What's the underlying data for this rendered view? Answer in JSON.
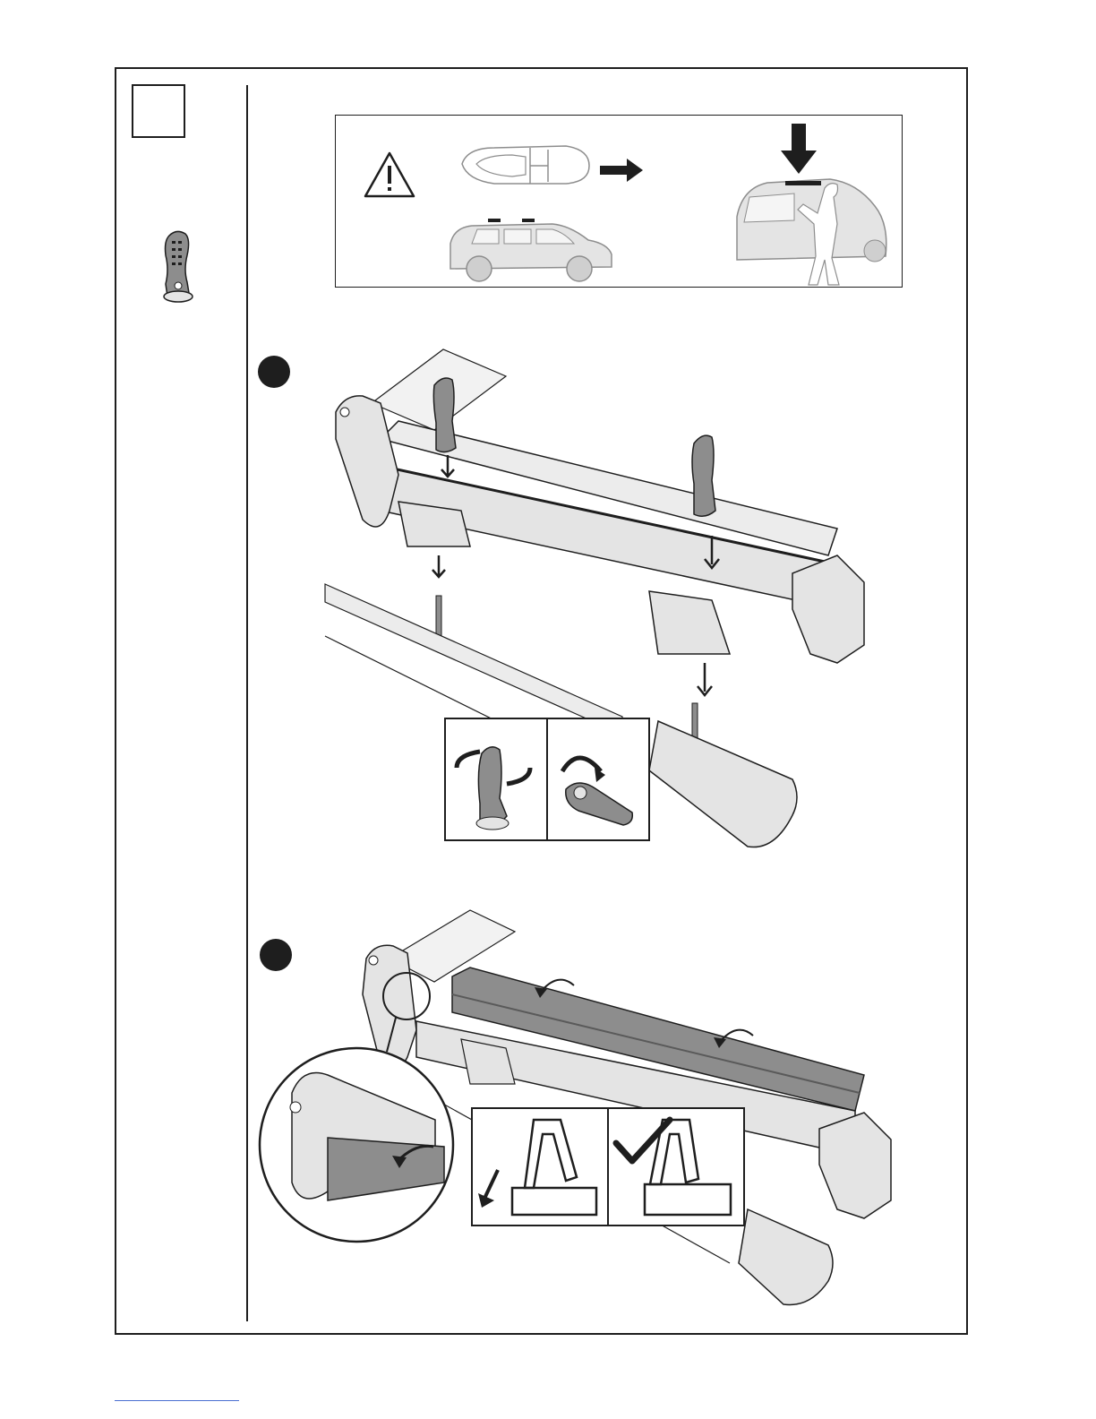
{
  "colors": {
    "line": "#1e1e1e",
    "part_fill": "#e4e4e4",
    "grey_fill": "#8d8d8d",
    "dark_part": "#5a5a5a",
    "footer_link": "#4a6fd1"
  },
  "icons": {
    "warning": "warning-triangle-icon",
    "direction": "arrow-right-icon",
    "down": "arrow-down-icon",
    "rotate": "rotate-arrow-icon",
    "approve": "checkmark-icon"
  },
  "steps": [
    {
      "id": 1,
      "marker": "filled-circle"
    },
    {
      "id": 2,
      "marker": "filled-circle"
    }
  ]
}
